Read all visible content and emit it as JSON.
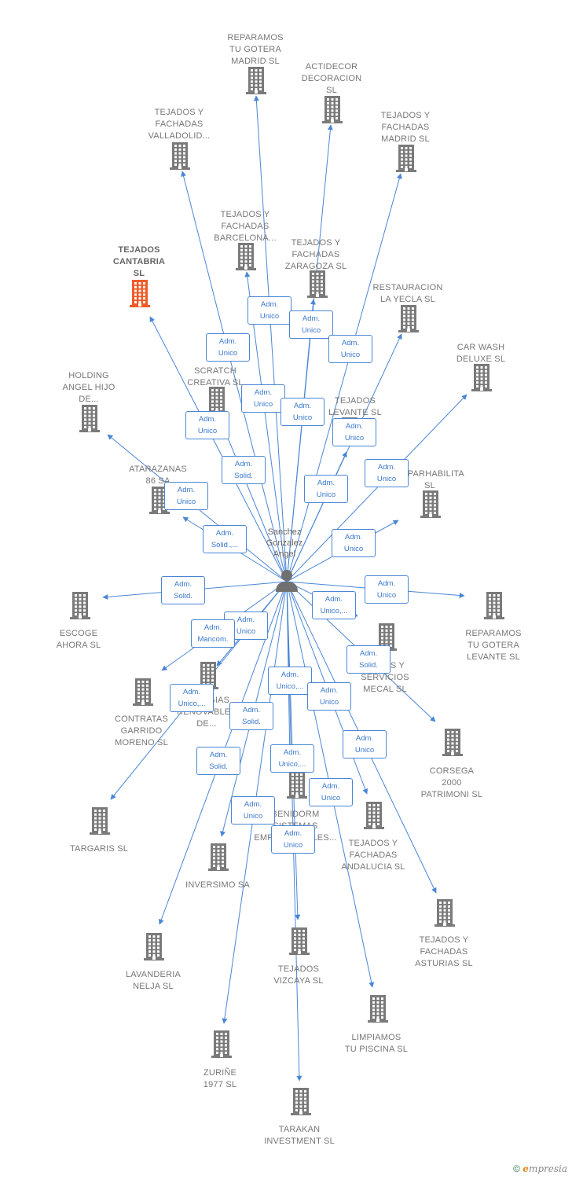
{
  "person": {
    "label": "Sanchez\nGonzalez\nAngel",
    "icon": "person-icon"
  },
  "companies": [
    {
      "id": "reparamos-madrid",
      "label": "REPARAMOS\nTU GOTERA\nMADRID  SL"
    },
    {
      "id": "actidecor",
      "label": "ACTIDECOR\nDECORACION\nSL"
    },
    {
      "id": "tf-valladolid",
      "label": "TEJADOS Y\nFACHADAS\nVALLADOLID..."
    },
    {
      "id": "tf-madrid",
      "label": "TEJADOS Y\nFACHADAS\nMADRID  SL"
    },
    {
      "id": "tf-barcelona",
      "label": "TEJADOS Y\nFACHADAS\nBARCELONA..."
    },
    {
      "id": "tejados-cantabria",
      "label": "TEJADOS\nCANTABRIA\nSL",
      "highlight": true
    },
    {
      "id": "tf-zaragoza",
      "label": "TEJADOS Y\nFACHADAS\nZARAGOZA  SL"
    },
    {
      "id": "restauracion-yecla",
      "label": "RESTAURACION\nLA YECLA  SL"
    },
    {
      "id": "car-wash",
      "label": "CAR WASH\nDELUXE SL"
    },
    {
      "id": "scratch",
      "label": "SCRATCH\nCREATIVA SL"
    },
    {
      "id": "holding",
      "label": "HOLDING\nANGEL HIJO\nDE..."
    },
    {
      "id": "tejados-levante",
      "label": "TEJADOS\nLEVANTE  SL"
    },
    {
      "id": "atarazanas",
      "label": "ATARAZANAS\n86 SA"
    },
    {
      "id": "reparhabilita",
      "label": "REPARHABILITA\nSL"
    },
    {
      "id": "escoge",
      "label": "ESCOGE\nAHORA  SL"
    },
    {
      "id": "reparamos-levante",
      "label": "REPARAMOS\nTU GOTERA\nLEVANTE  SL"
    },
    {
      "id": "mecal",
      "label": "OBRAS Y\nSERVICIOS\nMECAL SL"
    },
    {
      "id": "energias",
      "label": "ENERGIAS\nRENOVABLES\nDE..."
    },
    {
      "id": "contratas",
      "label": "CONTRATAS\nGARRIDO\nMORENO SL"
    },
    {
      "id": "corsega",
      "label": "CORSEGA\n2000\nPATRIMONI  SL"
    },
    {
      "id": "benidorm",
      "label": "BENIDORM\nSISTEMAS\nEMPRESARIALES..."
    },
    {
      "id": "targaris",
      "label": "TARGARIS  SL"
    },
    {
      "id": "tf-andalucia",
      "label": "TEJADOS Y\nFACHADAS\nANDALUCIA  SL"
    },
    {
      "id": "inversimo",
      "label": "INVERSIMO SA"
    },
    {
      "id": "tf-asturias",
      "label": "TEJADOS Y\nFACHADAS\nASTURIAS  SL"
    },
    {
      "id": "lavanderia",
      "label": "LAVANDERIA\nNELJA SL"
    },
    {
      "id": "tejados-vizcaya",
      "label": "TEJADOS\nVIZCAYA  SL"
    },
    {
      "id": "limpiamos",
      "label": "LIMPIAMOS\nTU PISCINA  SL"
    },
    {
      "id": "zurine",
      "label": "ZURIÑE\n1977  SL"
    },
    {
      "id": "tarakan",
      "label": "TARAKAN\nINVESTMENT SL"
    }
  ],
  "relations": [
    {
      "to": "reparamos-madrid",
      "role": "Adm.\nUnico"
    },
    {
      "to": "actidecor",
      "role": "Adm.\nUnico"
    },
    {
      "to": "tf-valladolid",
      "role": "Adm.\nUnico"
    },
    {
      "to": "tf-madrid",
      "role": "Adm.\nUnico"
    },
    {
      "to": "tf-barcelona",
      "role": "Adm.\nUnico"
    },
    {
      "to": "tejados-cantabria",
      "role": "Adm.\nUnico"
    },
    {
      "to": "tf-zaragoza",
      "role": "Adm.\nUnico"
    },
    {
      "to": "restauracion-yecla",
      "role": "Adm.\nUnico"
    },
    {
      "to": "car-wash",
      "role": "Adm.\nUnico"
    },
    {
      "to": "scratch",
      "role": "Adm.\nSolid."
    },
    {
      "to": "holding",
      "role": "Adm.\nUnico"
    },
    {
      "to": "tejados-levante",
      "role": "Adm.\nUnico"
    },
    {
      "to": "atarazanas",
      "role": "Adm.\nSolid.,..."
    },
    {
      "to": "reparhabilita",
      "role": "Adm.\nUnico"
    },
    {
      "to": "escoge",
      "role": "Adm.\nSolid."
    },
    {
      "to": "reparamos-levante",
      "role": "Adm.\nUnico"
    },
    {
      "to": "mecal",
      "role": "Adm.\nUnico,..."
    },
    {
      "to": "energias",
      "role": "Adm.\nUnico"
    },
    {
      "to": "contratas",
      "role": "Adm.\nMancom."
    },
    {
      "to": "corsega",
      "role": "Adm.\nSolid."
    },
    {
      "to": "benidorm",
      "role": "Adm.\nUnico,..."
    },
    {
      "to": "targaris",
      "role": "Adm.\nUnico,..."
    },
    {
      "to": "tf-andalucia",
      "role": "Adm.\nUnico"
    },
    {
      "to": "inversimo",
      "role": "Adm.\nSolid."
    },
    {
      "to": "tf-asturias",
      "role": "Adm.\nUnico"
    },
    {
      "to": "lavanderia",
      "role": "Adm.\nSolid."
    },
    {
      "to": "tejados-vizcaya",
      "role": "Adm.\nUnico,..."
    },
    {
      "to": "limpiamos",
      "role": "Adm.\nUnico"
    },
    {
      "to": "zurine",
      "role": "Adm.\nUnico"
    },
    {
      "to": "tarakan",
      "role": "Adm.\nUnico"
    }
  ],
  "colors": {
    "edge": "#4a86d6",
    "building": "#7a7a7a",
    "building_highlight": "#f05a28",
    "person": "#707070"
  },
  "footer": {
    "copyright": "©",
    "brand_first": "e",
    "brand_rest": "mpresia"
  }
}
